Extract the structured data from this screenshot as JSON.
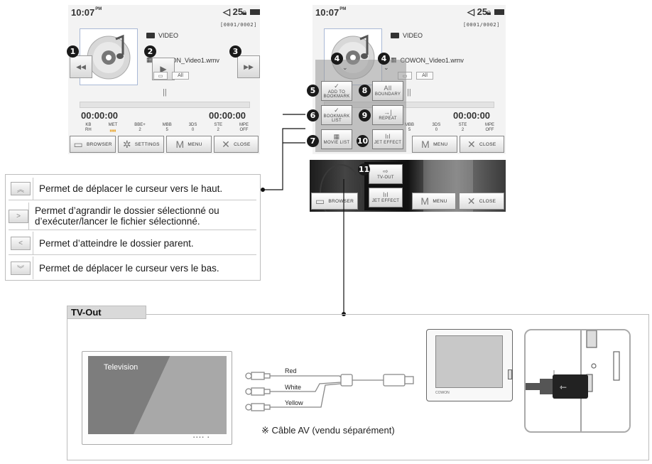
{
  "player_left": {
    "time": "10:07",
    "time_suffix": "PM",
    "volume": "25",
    "counter": "[0001/0002]",
    "folder": "VIDEO",
    "file": "COWON_Video1.wmv",
    "repeat_label": "All",
    "time_elapsed": "00:00:00",
    "time_total": "00:00:00",
    "eq": [
      {
        "top": "KB",
        "bottom": "RH"
      },
      {
        "top": "MET",
        "bottom": ""
      },
      {
        "top": "BBE+",
        "bottom": "2"
      },
      {
        "top": "MBB",
        "bottom": "5"
      },
      {
        "top": "3DS",
        "bottom": "0"
      },
      {
        "top": "STE",
        "bottom": "2"
      },
      {
        "top": "MPE",
        "bottom": "OFF"
      }
    ],
    "bottom_bar": [
      "BROWSER",
      "SETTINGS",
      "MENU",
      "CLOSE"
    ]
  },
  "player_right": {
    "time": "10:07",
    "time_suffix": "PM",
    "volume": "25",
    "counter": "[0001/0002]",
    "folder": "VIDEO",
    "file": "COWON_Video1.wmv",
    "repeat_label": "All",
    "time_total": "00:00:00",
    "eq_tail": [
      {
        "top": "MBB",
        "bottom": "5"
      },
      {
        "top": "3DS",
        "bottom": "0"
      },
      {
        "top": "STE",
        "bottom": "2"
      },
      {
        "top": "MPE",
        "bottom": "OFF"
      }
    ],
    "bottom_bar": [
      "MENU",
      "CLOSE"
    ],
    "popup": [
      {
        "icon": "✓",
        "label": "ADD TO BOOKMARK"
      },
      {
        "icon": "All",
        "label": "BOUNDARY"
      },
      {
        "icon": "✓",
        "label": "BOOKMARK LIST"
      },
      {
        "icon": "→|",
        "label": "REPEAT"
      },
      {
        "icon": "▦",
        "label": "MOVIE LIST"
      },
      {
        "icon": "lıl",
        "label": "JET EFFECT"
      }
    ]
  },
  "player_video": {
    "popup": [
      {
        "icon": "⇨",
        "label": "TV-OUT"
      },
      {
        "icon": "lıl",
        "label": "JET EFFECT"
      }
    ],
    "bottom_bar": [
      "BROWSER",
      "MENU",
      "CLOSE"
    ]
  },
  "callouts": [
    "1",
    "2",
    "3",
    "4",
    "4",
    "5",
    "6",
    "7",
    "8",
    "9",
    "10",
    "11"
  ],
  "nav_table": [
    {
      "key": "up-chevron-icon",
      "glyph": "︽",
      "text": "Permet de déplacer le curseur vers le haut."
    },
    {
      "key": "right-arrow-icon",
      "glyph": ">",
      "text": "Permet d’agrandir le dossier sélectionné ou d’exécuter/lancer le fichier sélectionné."
    },
    {
      "key": "left-arrow-icon",
      "glyph": "<",
      "text": "Permet d’atteindre le dossier parent."
    },
    {
      "key": "down-chevron-icon",
      "glyph": "︾",
      "text": "Permet de déplacer le curseur vers le bas."
    }
  ],
  "tv_out": {
    "title": "TV-Out",
    "television": "Television",
    "cables": [
      "Red",
      "White",
      "Yellow"
    ],
    "note": "※ Câble AV (vendu séparément)",
    "device_brand": "COWON"
  },
  "colors": {
    "callout": "#1a1a1a",
    "border": "#bdbdbd",
    "screen": "#f3f3f3",
    "tv_screen": "#7d7d7d"
  }
}
